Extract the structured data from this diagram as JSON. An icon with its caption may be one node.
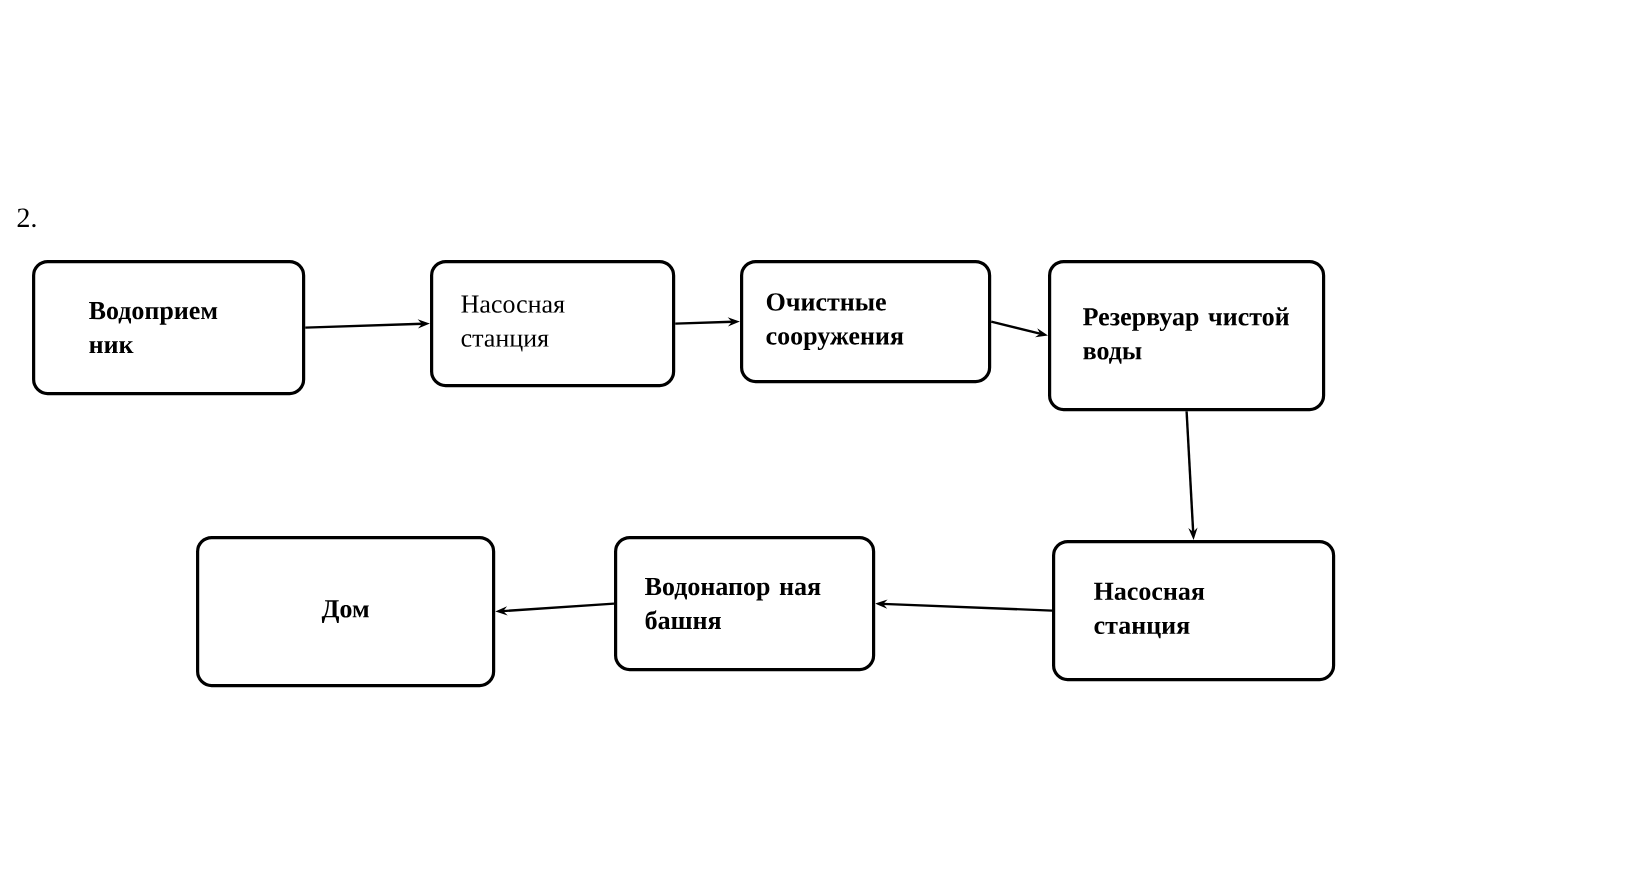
{
  "diagram": {
    "nodes": [
      {
        "text": [
          "Водоприем ник"
        ]
      },
      {
        "text": [
          "Насосная станция"
        ]
      },
      {
        "text": [
          "Очистные сооружения"
        ]
      },
      {
        "text": [
          "Резервуар чистой воды"
        ]
      },
      {
        "text": [
          "Насосная станция"
        ]
      },
      {
        "text": [
          "Водонапор ная башня"
        ]
      },
      {
        "text": [
          "Дом"
        ]
      }
    ],
    "edges": [
      {
        "from": 0,
        "to": 1,
        "arrow": "to"
      },
      {
        "from": 1,
        "to": 2,
        "arrow": "to"
      },
      {
        "from": 2,
        "to": 3,
        "arrow": "to"
      },
      {
        "from": 3,
        "to": 4,
        "arrow": "to"
      },
      {
        "from": 4,
        "to": 5,
        "arrow": "to"
      },
      {
        "from": 5,
        "to": 6,
        "arrow": "to"
      }
    ],
    "labels": [
      "2."
    ]
  }
}
